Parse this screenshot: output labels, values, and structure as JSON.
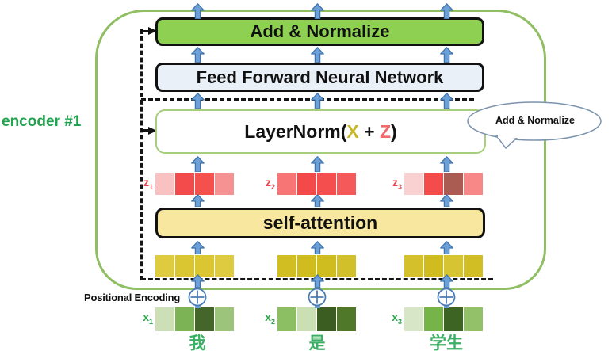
{
  "encoder_label": "encoder #1",
  "positional_encoding_label": "Positional Encoding",
  "boxes": {
    "add_normalize": "Add & Normalize",
    "ffnn": "Feed Forward Neural Network",
    "self_attention": "self-attention",
    "layernorm": {
      "prefix": "LayerNorm(",
      "x": "X",
      "plus": " + ",
      "z": "Z",
      "suffix": ")"
    }
  },
  "bubble_label": "Add & Normalize",
  "tokens": [
    "我",
    "是",
    "学生"
  ],
  "vector_rows": {
    "z": [
      {
        "label": "z",
        "sub": "1",
        "cells": [
          "#F8C2C2",
          "#F34B4B",
          "#F5504C",
          "#F79292"
        ]
      },
      {
        "label": "z",
        "sub": "2",
        "cells": [
          "#F87575",
          "#F44949",
          "#F44E4E",
          "#F55959"
        ]
      },
      {
        "label": "z",
        "sub": "3",
        "cells": [
          "#FAD1D1",
          "#F44B4B",
          "#AA5B52",
          "#F88888"
        ]
      }
    ],
    "embedding": [
      {
        "cells": [
          "#DECB40",
          "#D9C631",
          "#D9C631",
          "#DECB40"
        ]
      },
      {
        "cells": [
          "#D0BE22",
          "#CFBD20",
          "#CFBD20",
          "#D2C02A"
        ]
      },
      {
        "cells": [
          "#D3C02A",
          "#CFBD20",
          "#D6C433",
          "#D0BE24"
        ]
      }
    ],
    "x": [
      {
        "label": "x",
        "sub": "1",
        "cells": [
          "#CDDFB6",
          "#7CB355",
          "#44662B",
          "#9DC47B"
        ]
      },
      {
        "label": "x",
        "sub": "2",
        "cells": [
          "#8CBF63",
          "#CBDFB4",
          "#3B5D21",
          "#507829"
        ]
      },
      {
        "label": "x",
        "sub": "3",
        "cells": [
          "#D7E6C7",
          "#76B44A",
          "#3E6424",
          "#93C16A"
        ]
      }
    ]
  },
  "colors": {
    "add_normalize_bg": "#8DD052",
    "ffnn_bg": "#E9F0F8",
    "self_attention_bg": "#F8E79E",
    "layernorm_border": "#A6CE7C",
    "encoder_border": "#8FBE63",
    "arrow_fill": "#6CA0D6",
    "arrow_stroke": "#3F74AE",
    "x_letter": "#C9B629",
    "z_letter": "#F2696B",
    "z_label": "#E8464F",
    "x_label": "#2FA44D",
    "token_green": "#3BAF64",
    "encoder_label_green": "#24A34F"
  }
}
